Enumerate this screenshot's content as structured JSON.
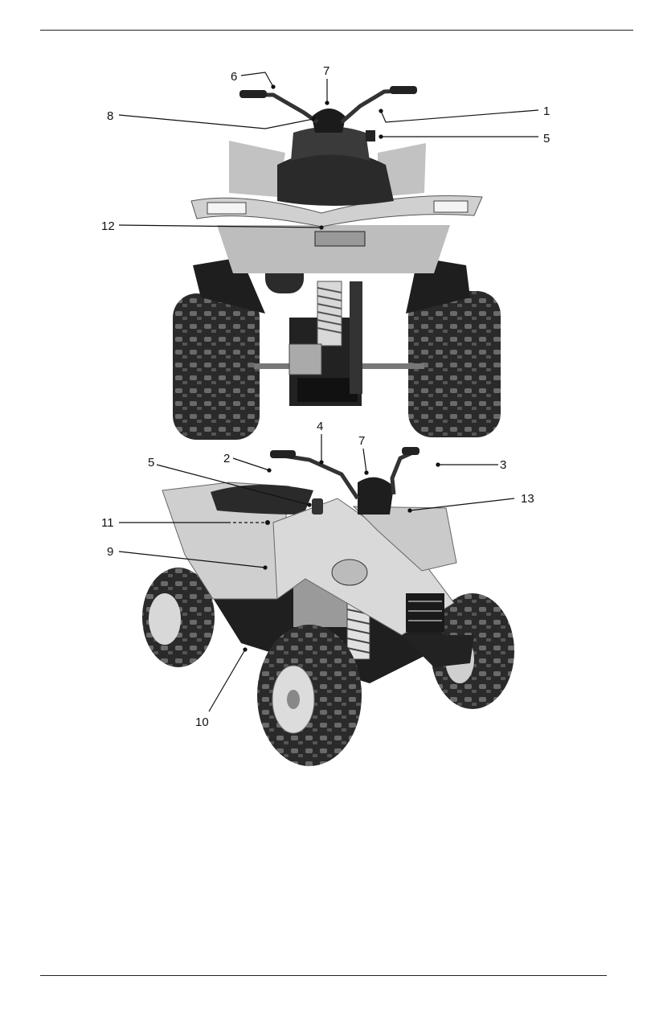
{
  "figure_top": {
    "callouts": [
      "1",
      "5",
      "6",
      "7",
      "8",
      "12"
    ]
  },
  "figure_bottom": {
    "callouts": [
      "2",
      "3",
      "4",
      "5",
      "7",
      "9",
      "10",
      "11",
      "13"
    ]
  }
}
